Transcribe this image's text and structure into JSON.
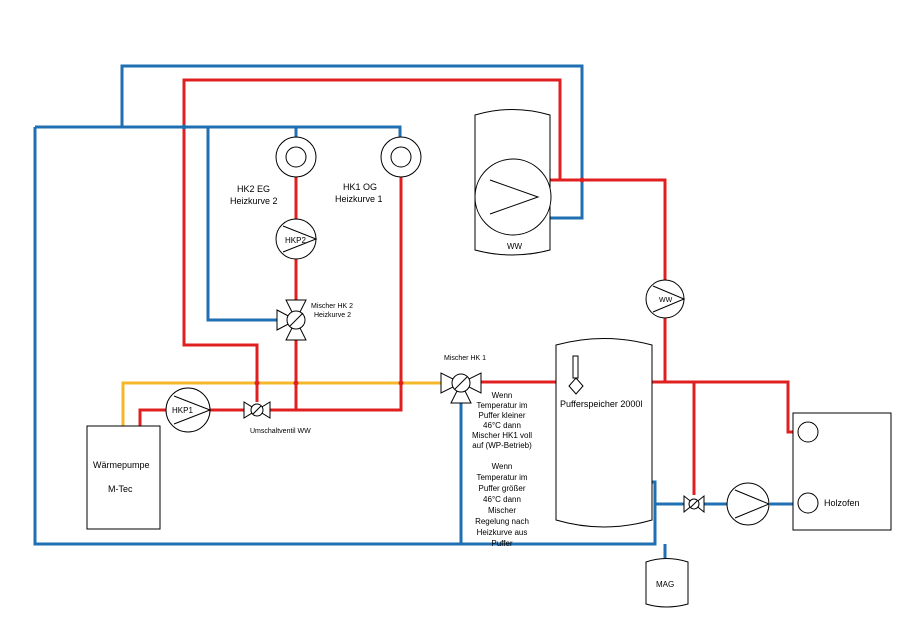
{
  "colors": {
    "hot": "#e02020",
    "cold": "#1f6fb2",
    "yellow": "#f5b72a",
    "stroke": "#000000"
  },
  "labels": {
    "hk2_line1": "HK2 EG",
    "hk2_line2": "Heizkurve 2",
    "hk1_line1": "HK1 OG",
    "hk1_line2": "Heizkurve 1",
    "hkp2": "HKP2",
    "hkp1": "HKP1",
    "mischer_hk2_line1": "Mischer HK 2",
    "mischer_hk2_line2": "Heizkurve 2",
    "mischer_hk1": "Mischer HK 1",
    "umschaltventil": "Umschaltventil WW",
    "ww_tank": "WW",
    "ww_pump": "WW",
    "puffer": "Pufferspeicher 2000l",
    "waermepumpe_line1": "Wärmepumpe",
    "waermepumpe_line2": "M-Tec",
    "holzofen": "Holzofen",
    "mag": "MAG"
  },
  "note1": [
    "Wenn",
    "Temperatur im",
    "Puffer kleiner",
    "46°C dann",
    "Mischer HK1 voll",
    "auf (WP-Betrieb)"
  ],
  "note2": [
    "Wenn",
    "Temperatur im",
    "Puffer größer",
    "46°C dann",
    "Mischer",
    "Regelung nach",
    "Heizkurve aus",
    "Puffer"
  ]
}
